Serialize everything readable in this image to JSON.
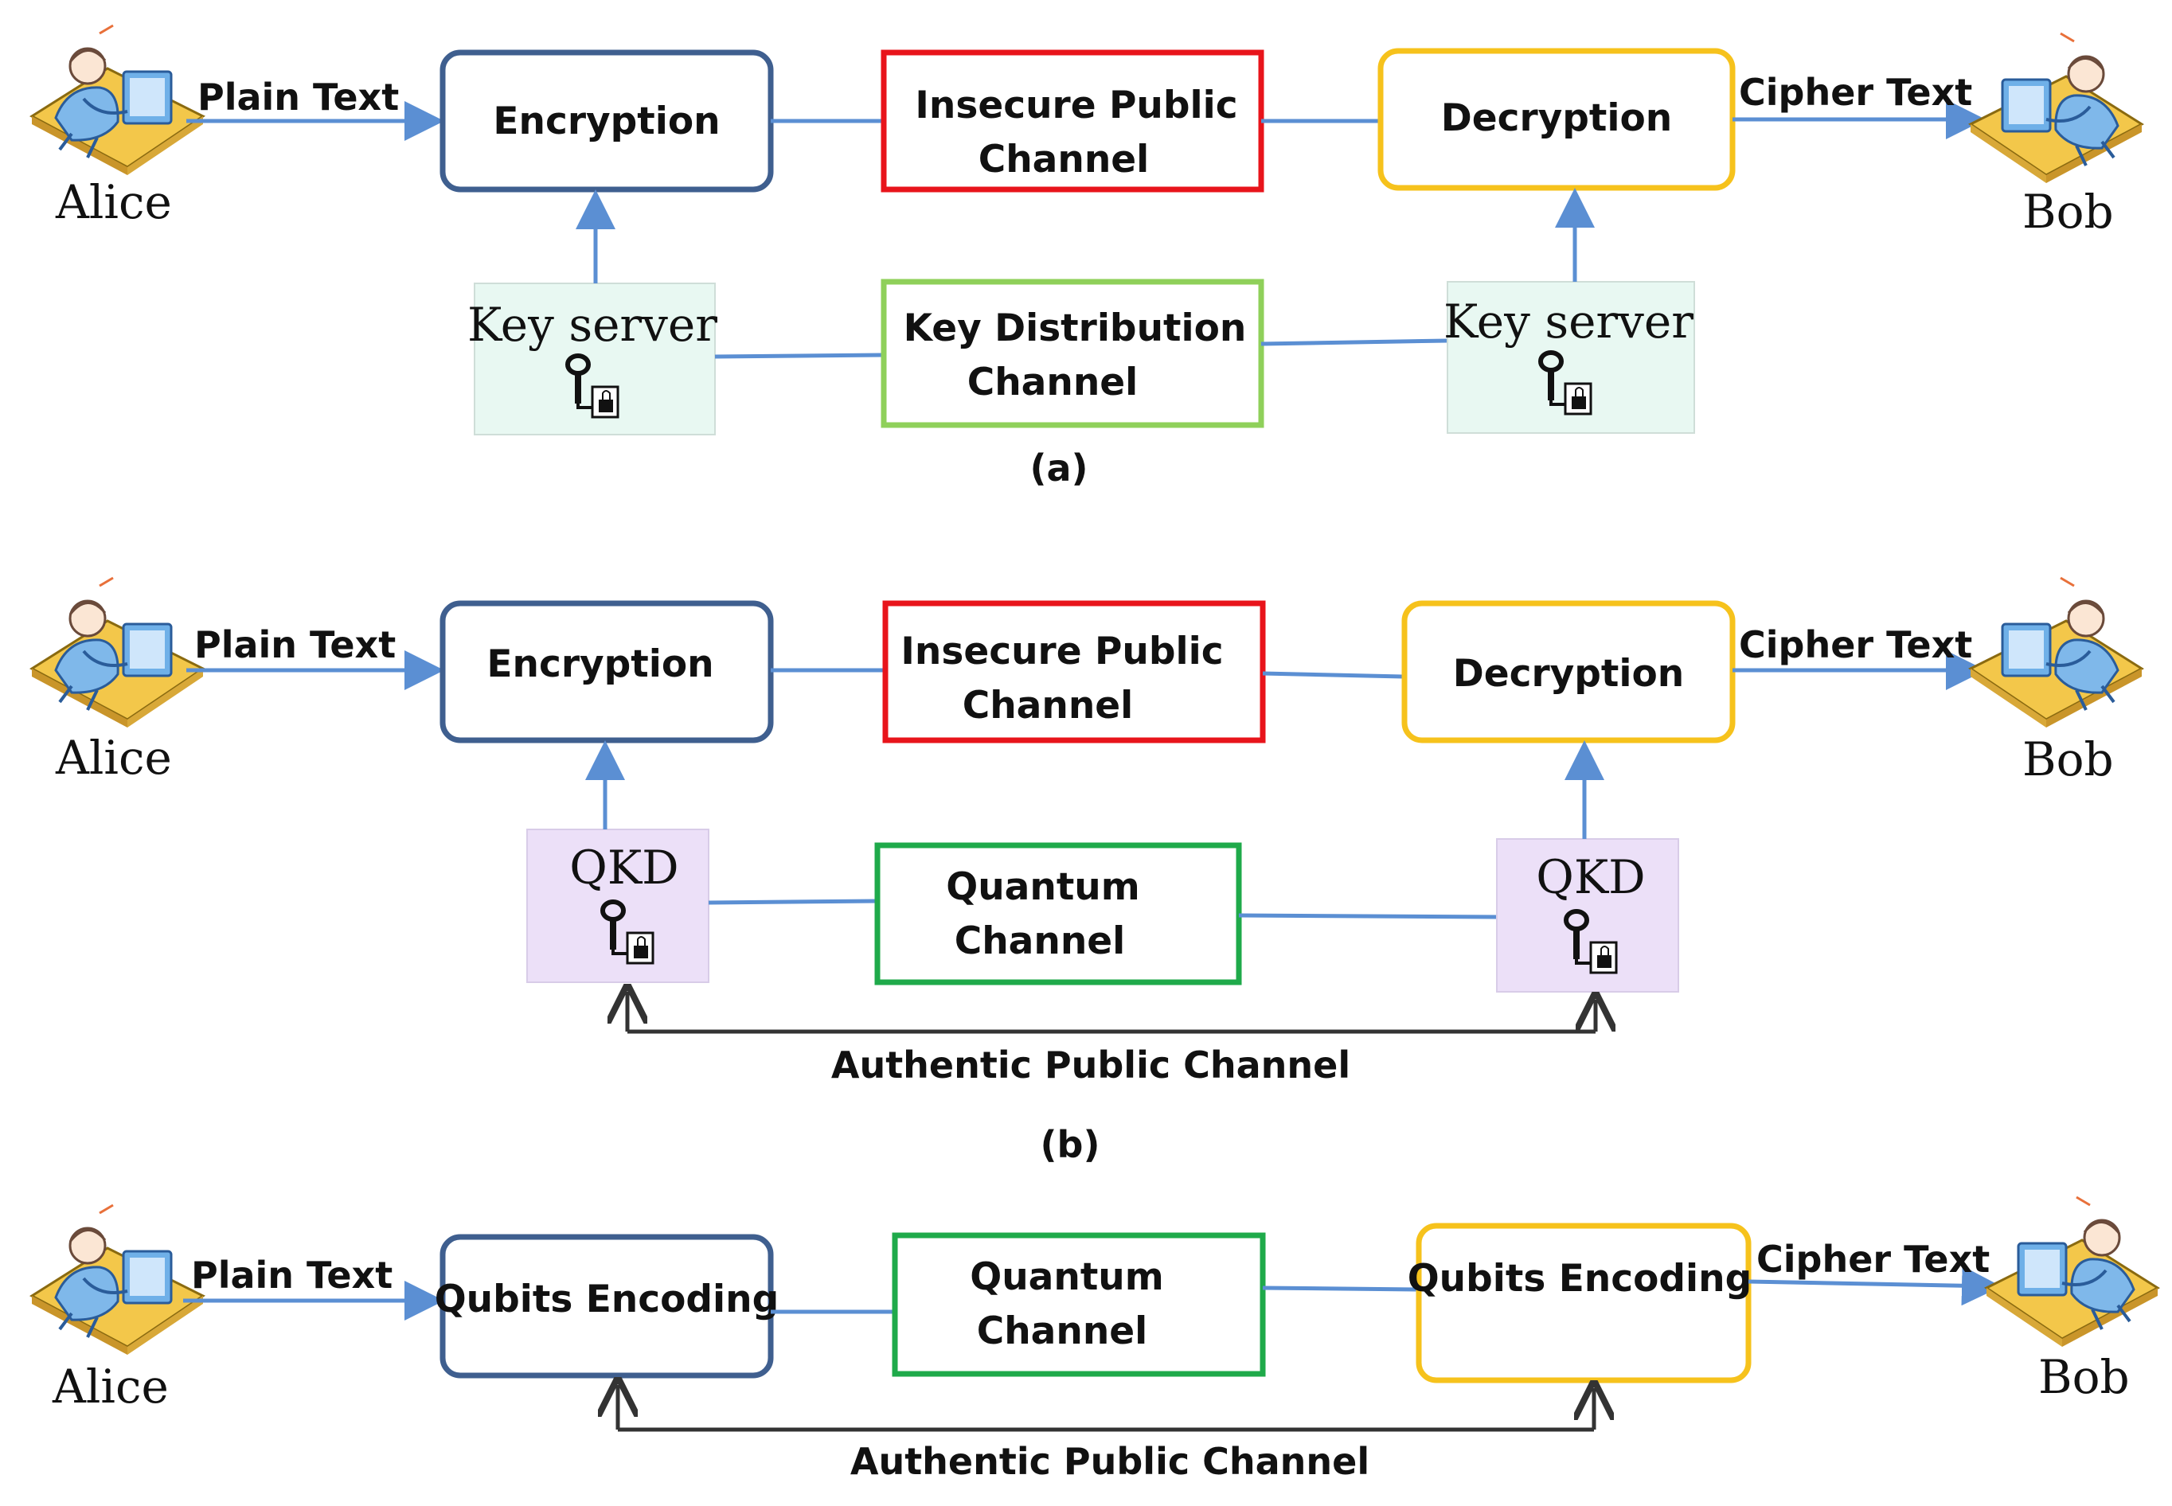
{
  "colors": {
    "encryption_border": "#3f5f8f",
    "decryption_border": "#f6c21c",
    "insecure_border": "#e8141b",
    "kdc_border": "#8fd05a",
    "quantum_border": "#1faa4a",
    "keyserver_fill": "#e8f8f2",
    "qkd_fill": "#ece0f8",
    "connector": "#5b8fd3"
  },
  "icons": {
    "person": "person-at-computer-icon",
    "key": "key-lock-icon"
  },
  "panel_a": {
    "alice": "Alice",
    "bob": "Bob",
    "plain_text": "Plain Text",
    "cipher_text": "Cipher Text",
    "encryption": "Encryption",
    "insecure_l1": "Insecure Public",
    "insecure_l2": "Channel",
    "decryption": "Decryption",
    "kd_l1": "Key Distribution",
    "kd_l2": "Channel",
    "key_server_left": "Key server",
    "key_server_right": "Key server",
    "caption": "(a)"
  },
  "panel_b": {
    "alice": "Alice",
    "bob": "Bob",
    "plain_text": "Plain Text",
    "cipher_text": "Cipher Text",
    "encryption": "Encryption",
    "insecure_l1": "Insecure Public",
    "insecure_l2": "Channel",
    "decryption": "Decryption",
    "quantum_l1": "Quantum",
    "quantum_l2": "Channel",
    "qkd_left": "QKD",
    "qkd_right": "QKD",
    "authentic": "Authentic Public Channel",
    "caption": "(b)"
  },
  "panel_c": {
    "alice": "Alice",
    "bob": "Bob",
    "plain_text": "Plain Text",
    "cipher_text": "Cipher Text",
    "encoding_left": "Qubits Encoding",
    "encoding_right": "Qubits Encoding",
    "quantum_l1": "Quantum",
    "quantum_l2": "Channel",
    "authentic": "Authentic Public Channel"
  }
}
